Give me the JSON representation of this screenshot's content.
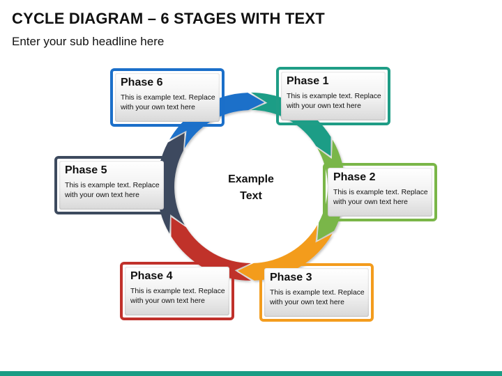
{
  "title": "CYCLE DIAGRAM – 6 STAGES WITH TEXT",
  "subtitle": "Enter your sub headline here",
  "center_text": {
    "line1": "Example",
    "line2": "Text"
  },
  "colors": {
    "phase1": "#1f9d86",
    "phase2": "#7ab648",
    "phase3": "#f39c1d",
    "phase4": "#c0312b",
    "phase5": "#3d4a5e",
    "phase6": "#1b6fc9",
    "bar": "#1a9c84"
  },
  "phases": [
    {
      "label": "Phase 1",
      "text": "This is example text. Replace with your own text here"
    },
    {
      "label": "Phase 2",
      "text": "This is example text. Replace with your own text here"
    },
    {
      "label": "Phase 3",
      "text": "This is example text. Replace with your own text here"
    },
    {
      "label": "Phase 4",
      "text": "This is example text. Replace with your own text here"
    },
    {
      "label": "Phase 5",
      "text": "This is example text. Replace with your own text here"
    },
    {
      "label": "Phase 6",
      "text": "This is example text. Replace with your own text here"
    }
  ]
}
